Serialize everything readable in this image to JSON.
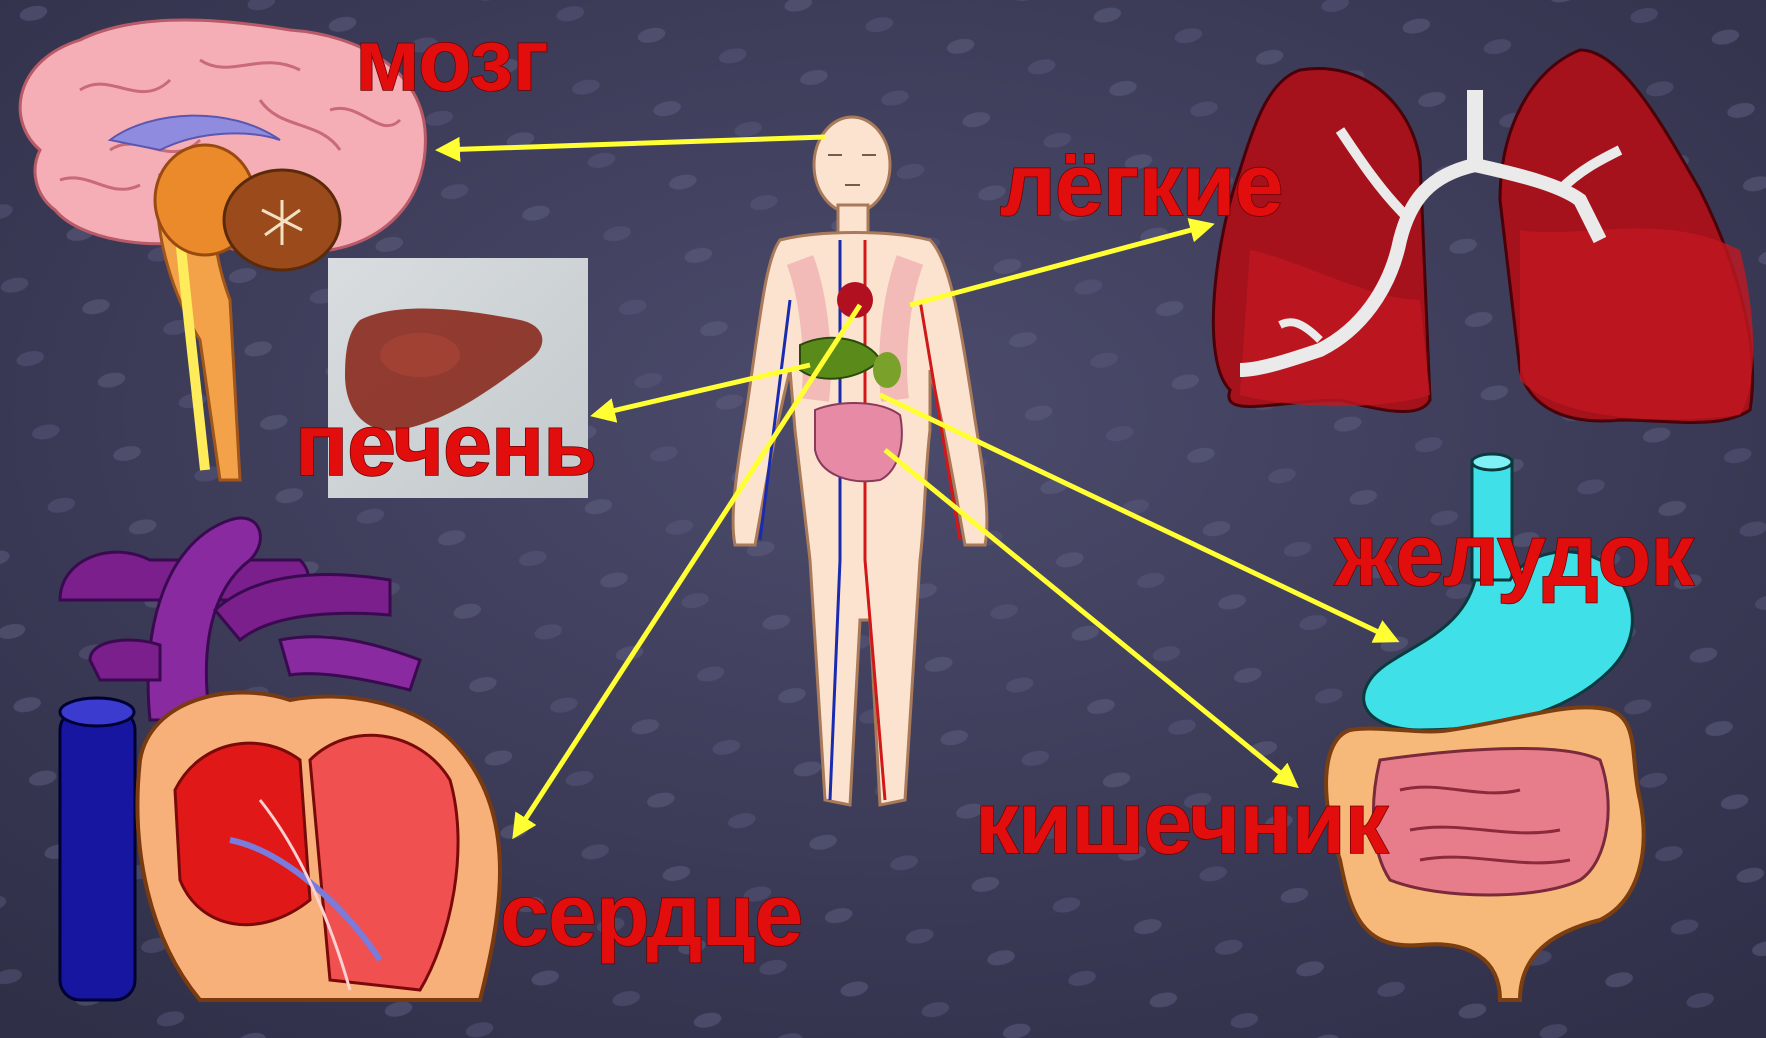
{
  "labels": {
    "brain": "мозг",
    "lungs": "лёгкие",
    "liver": "печень",
    "stomach": "желудок",
    "intestine": "кишечник",
    "heart": "сердце"
  },
  "colors": {
    "background": "#3f3f5e",
    "label_text": "#e20d0d",
    "arrow": "#ffff33",
    "vein": "#1a2bb0",
    "artery": "#d01818",
    "body_skin": "#fbe3cf"
  },
  "icons": {
    "brain": "brain-icon",
    "lungs": "lungs-icon",
    "liver": "liver-icon",
    "heart": "heart-icon",
    "stomach": "stomach-icon",
    "intestine": "intestine-icon",
    "human_body": "human-body-icon"
  }
}
